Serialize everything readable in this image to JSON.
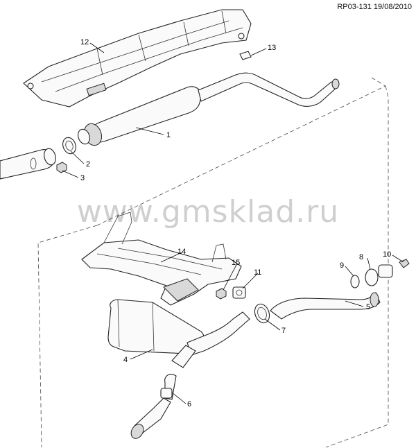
{
  "header": {
    "ref_code": "RP03-131 19/08/2010"
  },
  "watermark": "www.gmsklad.ru",
  "callouts": [
    "1",
    "2",
    "3",
    "4",
    "5",
    "6",
    "7",
    "8",
    "9",
    "10",
    "11",
    "12",
    "13",
    "14",
    "15"
  ]
}
